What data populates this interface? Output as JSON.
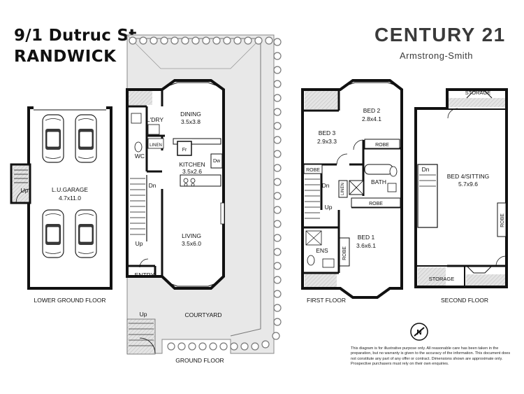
{
  "address": {
    "line1": "9/1 Dutruc St",
    "line2": "RANDWICK"
  },
  "brand": {
    "name": "CENTURY 21",
    "office": "Armstrong-Smith"
  },
  "floors": {
    "lower_ground": {
      "label": "LOWER GROUND FLOOR",
      "garage_name": "L.U.GARAGE",
      "garage_size": "4.7x11.0",
      "stair_label": "Up"
    },
    "ground": {
      "label": "GROUND FLOOR",
      "dining_name": "DINING",
      "dining_size": "3.5x3.8",
      "laundry": "L'DRY",
      "linen": "LINEN",
      "wc": "WC",
      "fridge": "Fr",
      "dishwasher": "Dw",
      "kitchen_name": "KITCHEN",
      "kitchen_size": "3.5x2.6",
      "living_name": "LIVING",
      "living_size": "3.5x6.0",
      "entry": "ENTRY",
      "courtyard": "COURTYARD",
      "stair_dn": "Dn",
      "stair_up": "Up",
      "ext_up": "Up"
    },
    "first": {
      "label": "FIRST FLOOR",
      "bed2_name": "BED 2",
      "bed2_size": "2.8x4.1",
      "bed3_name": "BED 3",
      "bed3_size": "2.9x3.3",
      "robe": "ROBE",
      "bath": "BATH",
      "linen": "LINEN",
      "stair_dn": "Dn",
      "stair_up": "Up",
      "bed1_name": "BED 1",
      "bed1_size": "3.6x6.1",
      "ens": "ENS"
    },
    "second": {
      "label": "SECOND FLOOR",
      "storage": "STORAGE",
      "bed4_name": "BED 4/SITTING",
      "bed4_size": "5.7x9.6",
      "robe": "ROBE",
      "stair_dn": "Dn"
    }
  },
  "compass_letter": "N",
  "disclaimer": "This diagram is for illustrative purpose only. All reasonable care has been taken in the preparation, but no warranty is given to the accuracy of the information. This document does not constitute any part of any offer or contract. Dimensions shown are approximate only. Prospective purchasers must rely on their own enquiries.",
  "colors": {
    "wall": "#111111",
    "hatch": "#cfcfcf",
    "brand_text": "#3a3a3a",
    "hedge": "#9a9a9a"
  }
}
